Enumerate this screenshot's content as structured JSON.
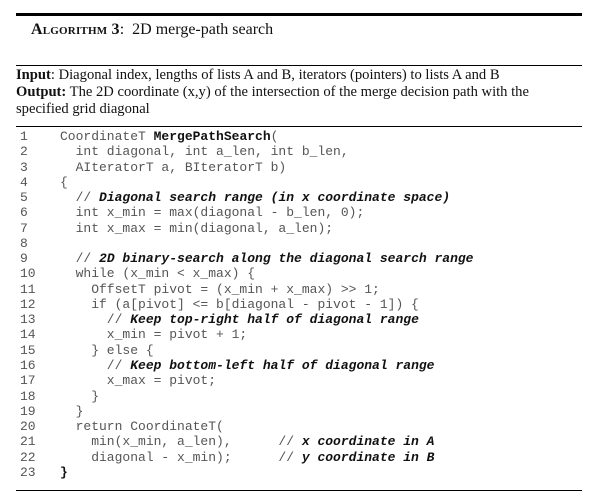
{
  "algorithm": {
    "label": "Algorithm 3",
    "title": "2D merge-path search",
    "input_label": "Input",
    "input_text": ": Diagonal index, lengths of lists A and B, iterators (pointers) to lists A and B",
    "output_label": "Output:",
    "output_text": " The 2D coordinate (x,y) of the intersection of the merge decision path with the specified grid diagonal"
  },
  "code": {
    "lines": [
      {
        "n": "1",
        "pre": "CoordinateT ",
        "bold": "MergePathSearch",
        "post": "(",
        "comment": ""
      },
      {
        "n": "2",
        "pre": "  int diagonal, int a_len, int b_len,",
        "bold": "",
        "post": "",
        "comment": ""
      },
      {
        "n": "3",
        "pre": "  AIteratorT a, BIteratorT b)",
        "bold": "",
        "post": "",
        "comment": ""
      },
      {
        "n": "4",
        "pre": "{",
        "bold": "",
        "post": "",
        "comment": ""
      },
      {
        "n": "5",
        "pre": "  // ",
        "bold": "",
        "post": "",
        "comment": "Diagonal search range (in x coordinate space)"
      },
      {
        "n": "6",
        "pre": "  int x_min = max(diagonal - b_len, 0);",
        "bold": "",
        "post": "",
        "comment": ""
      },
      {
        "n": "7",
        "pre": "  int x_max = min(diagonal, a_len);",
        "bold": "",
        "post": "",
        "comment": ""
      },
      {
        "n": "8",
        "pre": "",
        "bold": "",
        "post": "",
        "comment": ""
      },
      {
        "n": "9",
        "pre": "  // ",
        "bold": "",
        "post": "",
        "comment": "2D binary-search along the diagonal search range"
      },
      {
        "n": "10",
        "pre": "  while (x_min < x_max) {",
        "bold": "",
        "post": "",
        "comment": ""
      },
      {
        "n": "11",
        "pre": "    OffsetT pivot = (x_min + x_max) >> 1;",
        "bold": "",
        "post": "",
        "comment": ""
      },
      {
        "n": "12",
        "pre": "    if (a[pivot] <= b[diagonal - pivot - 1]) {",
        "bold": "",
        "post": "",
        "comment": ""
      },
      {
        "n": "13",
        "pre": "      // ",
        "bold": "",
        "post": "",
        "comment": "Keep top-right half of diagonal range"
      },
      {
        "n": "14",
        "pre": "      x_min = pivot + 1;",
        "bold": "",
        "post": "",
        "comment": ""
      },
      {
        "n": "15",
        "pre": "    } else {",
        "bold": "",
        "post": "",
        "comment": ""
      },
      {
        "n": "16",
        "pre": "      // ",
        "bold": "",
        "post": "",
        "comment": "Keep bottom-left half of diagonal range"
      },
      {
        "n": "17",
        "pre": "      x_max = pivot;",
        "bold": "",
        "post": "",
        "comment": ""
      },
      {
        "n": "18",
        "pre": "    }",
        "bold": "",
        "post": "",
        "comment": ""
      },
      {
        "n": "19",
        "pre": "  }",
        "bold": "",
        "post": "",
        "comment": ""
      },
      {
        "n": "20",
        "pre": "  return CoordinateT(",
        "bold": "",
        "post": "",
        "comment": ""
      },
      {
        "n": "21",
        "pre": "    min(x_min, a_len),      // ",
        "bold": "",
        "post": "",
        "comment": "x coordinate in A"
      },
      {
        "n": "22",
        "pre": "    diagonal - x_min);      // ",
        "bold": "",
        "post": "",
        "comment": "y coordinate in B"
      },
      {
        "n": "23",
        "pre": "",
        "bold": "}",
        "post": "",
        "comment": ""
      }
    ]
  }
}
